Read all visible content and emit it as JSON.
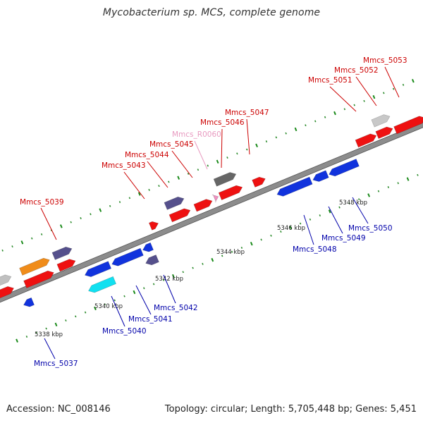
{
  "title": "Mycobacterium sp. MCS, complete genome",
  "footer": {
    "accession": "Accession: NC_008146",
    "summary": "Topology: circular; Length: 5,705,448 bp; Genes: 5,451"
  },
  "colors": {
    "backbone": "#8c8c8c",
    "backbone_edge": "#555555",
    "tick_major": "#1a8a1a",
    "tick_minor": "#2a8a2a",
    "label_forward": "#cc0000",
    "label_reverse": "#0000aa",
    "label_rna": "#e89ac0",
    "leader_forward": "#cc0000",
    "leader_reverse": "#0000aa",
    "leader_rna": "#e89ac0",
    "scale_text": "#222222"
  },
  "scale_labels": [
    {
      "text": "5338 kbp"
    },
    {
      "text": "5340 kbp"
    },
    {
      "text": "5342 kbp"
    },
    {
      "text": "5344 kbp"
    },
    {
      "text": "5346 kbp"
    },
    {
      "text": "5348 kbp"
    }
  ],
  "features": [
    {
      "name": "f-grey-left",
      "color": "#c0c0c0",
      "strand": "forward"
    },
    {
      "name": "f-red-left1",
      "color": "#ee1111",
      "strand": "forward"
    },
    {
      "name": "f-orange",
      "color": "#f08c1a",
      "strand": "forward"
    },
    {
      "name": "f-red-5039a",
      "color": "#ee1111",
      "strand": "forward"
    },
    {
      "name": "f-purple-5039",
      "color": "#55508c",
      "strand": "forward"
    },
    {
      "name": "f-red-5039b",
      "color": "#ee1111",
      "strand": "forward"
    },
    {
      "name": "f-blue-5037",
      "color": "#1133dd",
      "strand": "reverse"
    },
    {
      "name": "f-cyan-5040",
      "color": "#11e0f0",
      "strand": "reverse"
    },
    {
      "name": "f-blue-5040",
      "color": "#1133dd",
      "strand": "reverse"
    },
    {
      "name": "f-blue-5041",
      "color": "#1133dd",
      "strand": "reverse"
    },
    {
      "name": "f-blue-small",
      "color": "#1133dd",
      "strand": "reverse"
    },
    {
      "name": "f-purple-5042",
      "color": "#55508c",
      "strand": "reverse"
    },
    {
      "name": "f-red-5043",
      "color": "#ee1111",
      "strand": "forward"
    },
    {
      "name": "f-purple-5044",
      "color": "#55508c",
      "strand": "forward"
    },
    {
      "name": "f-red-5044",
      "color": "#ee1111",
      "strand": "forward"
    },
    {
      "name": "f-red-5045",
      "color": "#ee1111",
      "strand": "forward"
    },
    {
      "name": "f-pink-R0060",
      "color": "#f090c0",
      "strand": "forward"
    },
    {
      "name": "f-grey-5046",
      "color": "#666666",
      "strand": "forward"
    },
    {
      "name": "f-red-5046",
      "color": "#ee1111",
      "strand": "forward"
    },
    {
      "name": "f-red-5047",
      "color": "#ee1111",
      "strand": "forward"
    },
    {
      "name": "f-blue-5048",
      "color": "#1133dd",
      "strand": "reverse"
    },
    {
      "name": "f-blue-5049",
      "color": "#1133dd",
      "strand": "reverse"
    },
    {
      "name": "f-blue-5050",
      "color": "#1133dd",
      "strand": "reverse"
    },
    {
      "name": "f-red-5051",
      "color": "#ee1111",
      "strand": "forward"
    },
    {
      "name": "f-grey-5052",
      "color": "#c8c8c8",
      "strand": "forward"
    },
    {
      "name": "f-red-5052",
      "color": "#ee1111",
      "strand": "forward"
    },
    {
      "name": "f-red-5053",
      "color": "#ee1111",
      "strand": "forward"
    }
  ],
  "labels": [
    {
      "text": "Mmcs_5039",
      "type": "forward"
    },
    {
      "text": "Mmcs_5043",
      "type": "forward"
    },
    {
      "text": "Mmcs_5044",
      "type": "forward"
    },
    {
      "text": "Mmcs_5045",
      "type": "forward"
    },
    {
      "text": "Mmcs_R0060",
      "type": "rna"
    },
    {
      "text": "Mmcs_5046",
      "type": "forward"
    },
    {
      "text": "Mmcs_5047",
      "type": "forward"
    },
    {
      "text": "Mmcs_5051",
      "type": "forward"
    },
    {
      "text": "Mmcs_5052",
      "type": "forward"
    },
    {
      "text": "Mmcs_5053",
      "type": "forward"
    },
    {
      "text": "Mmcs_5037",
      "type": "reverse"
    },
    {
      "text": "Mmcs_5040",
      "type": "reverse"
    },
    {
      "text": "Mmcs_5041",
      "type": "reverse"
    },
    {
      "text": "Mmcs_5042",
      "type": "reverse"
    },
    {
      "text": "Mmcs_5048",
      "type": "reverse"
    },
    {
      "text": "Mmcs_5049",
      "type": "reverse"
    },
    {
      "text": "Mmcs_5050",
      "type": "reverse"
    }
  ]
}
